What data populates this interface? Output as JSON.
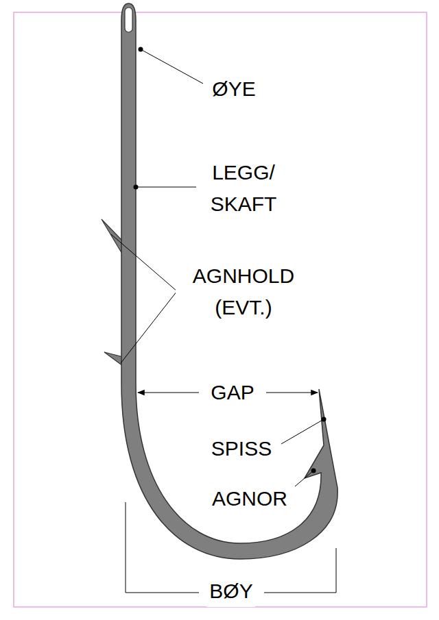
{
  "diagram": {
    "labels": [
      "ØYE",
      "LEGG/ SKAFT",
      "AGNHOLD (EVT.)",
      "GAP",
      "SPISS",
      "AGNOR",
      "BØY"
    ]
  }
}
